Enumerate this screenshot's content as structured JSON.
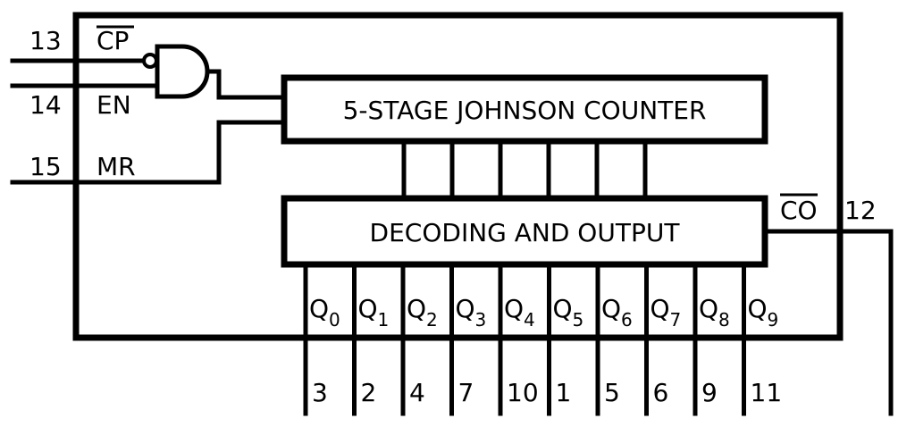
{
  "blocks": {
    "counter_label": "5-STAGE JOHNSON COUNTER",
    "decoder_label": "DECODING AND OUTPUT"
  },
  "inputs": [
    {
      "pin": "13",
      "name": "CP",
      "overbar": true
    },
    {
      "pin": "14",
      "name": "EN",
      "overbar": false
    },
    {
      "pin": "15",
      "name": "MR",
      "overbar": false
    }
  ],
  "carry_out": {
    "pin": "12",
    "name": "CO",
    "overbar": true
  },
  "outputs": [
    {
      "name": "Q",
      "sub": "0",
      "pin": "3"
    },
    {
      "name": "Q",
      "sub": "1",
      "pin": "2"
    },
    {
      "name": "Q",
      "sub": "2",
      "pin": "4"
    },
    {
      "name": "Q",
      "sub": "3",
      "pin": "7"
    },
    {
      "name": "Q",
      "sub": "4",
      "pin": "10"
    },
    {
      "name": "Q",
      "sub": "5",
      "pin": "1"
    },
    {
      "name": "Q",
      "sub": "6",
      "pin": "5"
    },
    {
      "name": "Q",
      "sub": "7",
      "pin": "6"
    },
    {
      "name": "Q",
      "sub": "8",
      "pin": "9"
    },
    {
      "name": "Q",
      "sub": "9",
      "pin": "11"
    }
  ]
}
